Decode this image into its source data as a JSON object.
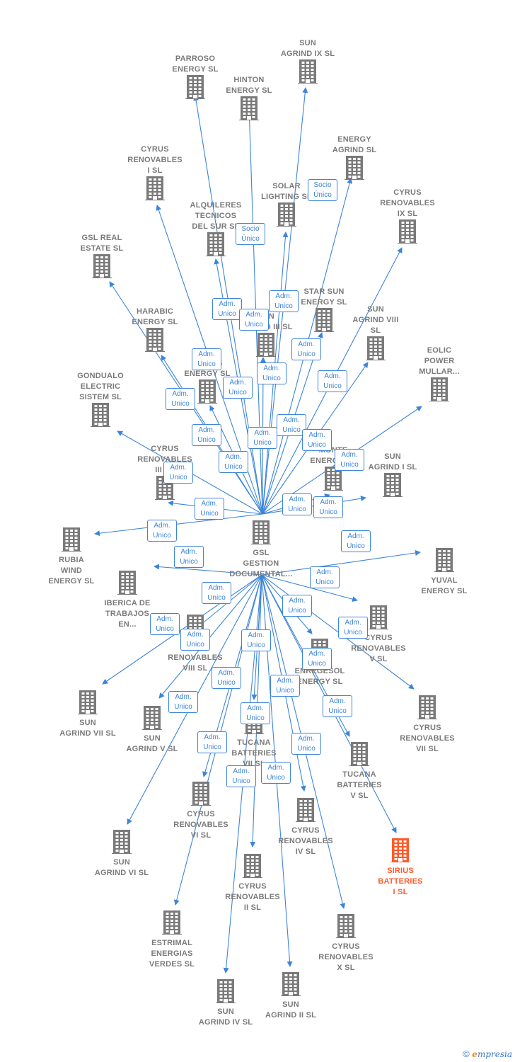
{
  "colors": {
    "edge": "#3d85d8",
    "node": "#7a7a7a",
    "highlight": "#ff5a2a"
  },
  "center": {
    "id": "center",
    "label": "GSL\nGESTION\nDOCUMENTAL...",
    "icon": "building-icon"
  },
  "nodes": [
    {
      "id": "sun-agrind-ix",
      "label": "SUN\nAGRIND IX  SL",
      "icon": "building-icon"
    },
    {
      "id": "parroso",
      "label": "PARROSO\nENERGY  SL",
      "icon": "building-icon"
    },
    {
      "id": "hinton",
      "label": "HINTON\nENERGY  SL",
      "icon": "building-icon"
    },
    {
      "id": "energy-agrind",
      "label": "ENERGY\nAGRIND  SL",
      "icon": "building-icon"
    },
    {
      "id": "cyrus-i",
      "label": "CYRUS\nRENOVABLES\nI  SL",
      "icon": "building-icon"
    },
    {
      "id": "solar-lighting",
      "label": "SOLAR\nLIGHTING SL",
      "icon": "building-icon"
    },
    {
      "id": "cyrus-ix",
      "label": "CYRUS\nRENOVABLES\nIX  SL",
      "icon": "building-icon"
    },
    {
      "id": "alquileres",
      "label": "ALQUILERES\nTECNICOS\nDEL SUR SL",
      "icon": "building-icon"
    },
    {
      "id": "gsl-real-estate",
      "label": "GSL REAL\nESTATE  SL",
      "icon": "building-icon"
    },
    {
      "id": "star-sun",
      "label": "STAR SUN\nENERGY  SL",
      "icon": "building-icon"
    },
    {
      "id": "sun-agrind-iii",
      "label": "SUN\nAGRIND III  SL",
      "icon": "building-icon"
    },
    {
      "id": "harabic",
      "label": "HARABIC\nENERGY  SL",
      "icon": "building-icon"
    },
    {
      "id": "sun-agrind-viii",
      "label": "SUN\nAGRIND VIII\nSL",
      "icon": "building-icon"
    },
    {
      "id": "eolic",
      "label": "EOLIC\nPOWER\nMULLAR...",
      "icon": "building-icon"
    },
    {
      "id": "raices",
      "label": "RAICES\nENERGY  SL",
      "icon": "building-icon"
    },
    {
      "id": "gondualo",
      "label": "GONDUALO\nELECTRIC\nSISTEM  SL",
      "icon": "building-icon"
    },
    {
      "id": "cyrus-iii",
      "label": "CYRUS\nRENOVABLES\nIII  SL",
      "icon": "building-icon"
    },
    {
      "id": "monte",
      "label": "MONTE\nENERGY  SL",
      "icon": "building-icon"
    },
    {
      "id": "sun-agrind-i",
      "label": "SUN\nAGRIND I  SL",
      "icon": "building-icon"
    },
    {
      "id": "rubia",
      "label": "RUBIA\nWIND\nENERGY  SL",
      "icon": "building-icon"
    },
    {
      "id": "yuval",
      "label": "YUVAL\nENERGY  SL",
      "icon": "building-icon"
    },
    {
      "id": "iberica",
      "label": "IBERICA DE\nTRABAJOS\nEN...",
      "icon": "building-icon"
    },
    {
      "id": "cyrus-v",
      "label": "CYRUS\nRENOVABLES\nV  SL",
      "icon": "building-icon"
    },
    {
      "id": "cyrus-viii",
      "label": "CYRUS\nRENOVABLES\nVIII  SL",
      "icon": "building-icon"
    },
    {
      "id": "enregesol",
      "label": "ENREGESOL\nENERGY  SL",
      "icon": "building-icon"
    },
    {
      "id": "sun-agrind-vii",
      "label": "SUN\nAGRIND VII  SL",
      "icon": "building-icon"
    },
    {
      "id": "cyrus-vii",
      "label": "CYRUS\nRENOVABLES\nVII  SL",
      "icon": "building-icon"
    },
    {
      "id": "sun-agrind-v",
      "label": "SUN\nAGRIND V  SL",
      "icon": "building-icon"
    },
    {
      "id": "tucana-vii",
      "label": "TUCANA\nBATTERIES\nVII  SL",
      "icon": "building-icon"
    },
    {
      "id": "tucana-v",
      "label": "TUCANA\nBATTERIES\nV  SL",
      "icon": "building-icon"
    },
    {
      "id": "cyrus-vi",
      "label": "CYRUS\nRENOVABLES\nVI  SL",
      "icon": "building-icon"
    },
    {
      "id": "cyrus-iv",
      "label": "CYRUS\nRENOVABLES\nIV  SL",
      "icon": "building-icon"
    },
    {
      "id": "sirius",
      "label": "SIRIUS\nBATTERIES\nI  SL",
      "icon": "building-icon",
      "highlight": true
    },
    {
      "id": "sun-agrind-vi",
      "label": "SUN\nAGRIND VI  SL",
      "icon": "building-icon"
    },
    {
      "id": "cyrus-ii",
      "label": "CYRUS\nRENOVABLES\nII  SL",
      "icon": "building-icon"
    },
    {
      "id": "estrimal",
      "label": "ESTRIMAL\nENERGIAS\nVERDES  SL",
      "icon": "building-icon"
    },
    {
      "id": "cyrus-x",
      "label": "CYRUS\nRENOVABLES\nX  SL",
      "icon": "building-icon"
    },
    {
      "id": "sun-agrind-iv",
      "label": "SUN\nAGRIND IV  SL",
      "icon": "building-icon"
    },
    {
      "id": "sun-agrind-ii",
      "label": "SUN\nAGRIND II  SL",
      "icon": "building-icon"
    }
  ],
  "badges": [
    {
      "id": "b1",
      "text": "Socio\nÚnico"
    },
    {
      "id": "b2",
      "text": "Socio\nÚnico"
    },
    {
      "id": "b3",
      "text": "Adm.\nUnico"
    },
    {
      "id": "b4",
      "text": "Adm.\nUnico"
    },
    {
      "id": "b5",
      "text": "Adm.\nUnico"
    },
    {
      "id": "b6",
      "text": "Adm.\nUnico"
    },
    {
      "id": "b7",
      "text": "Adm.\nUnico"
    },
    {
      "id": "b8",
      "text": "Adm.\nUnico"
    },
    {
      "id": "b9",
      "text": "Adm.\nUnico"
    },
    {
      "id": "b10",
      "text": "Adm.\nUnico"
    },
    {
      "id": "b11",
      "text": "Adm.\nUnico"
    },
    {
      "id": "b12",
      "text": "Adm.\nUnico"
    },
    {
      "id": "b13",
      "text": "Adm.\nUnico"
    },
    {
      "id": "b14",
      "text": "Adm.\nUnico"
    },
    {
      "id": "b15",
      "text": "Adm.\nUnico"
    },
    {
      "id": "b16",
      "text": "Adm.\nUnico"
    },
    {
      "id": "b17",
      "text": "Adm.\nUnico"
    },
    {
      "id": "b18",
      "text": "Adm.\nUnico"
    },
    {
      "id": "b19",
      "text": "Adm.\nUnico"
    },
    {
      "id": "b20",
      "text": "Adm.\nUnico"
    },
    {
      "id": "b21",
      "text": "Adm.\nUnico"
    },
    {
      "id": "b22",
      "text": "Adm.\nUnico"
    },
    {
      "id": "b23",
      "text": "Adm.\nUnico"
    },
    {
      "id": "b24",
      "text": "Adm.\nUnico"
    },
    {
      "id": "b25",
      "text": "Adm.\nUnico"
    },
    {
      "id": "b26",
      "text": "Adm.\nUnico"
    },
    {
      "id": "b27",
      "text": "Adm.\nUnico"
    },
    {
      "id": "b28",
      "text": "Adm.\nUnico"
    },
    {
      "id": "b29",
      "text": "Adm.\nUnico"
    },
    {
      "id": "b30",
      "text": "Adm.\nUnico"
    },
    {
      "id": "b31",
      "text": "Adm.\nUnico"
    },
    {
      "id": "b32",
      "text": "Adm.\nUnico"
    },
    {
      "id": "b33",
      "text": "Adm.\nUnico"
    },
    {
      "id": "b34",
      "text": "Adm.\nUnico"
    },
    {
      "id": "b35",
      "text": "Adm.\nUnico"
    },
    {
      "id": "b36",
      "text": "Adm.\nUnico"
    },
    {
      "id": "b37",
      "text": "Adm.\nUnico"
    },
    {
      "id": "b38",
      "text": "Adm.\nUnico"
    },
    {
      "id": "b39",
      "text": "Adm.\nUnico"
    },
    {
      "id": "b40",
      "text": "Adm.\nUnico"
    }
  ],
  "footer": {
    "copyright": "©",
    "brand_initial": "e",
    "brand_rest": "mpresia"
  }
}
